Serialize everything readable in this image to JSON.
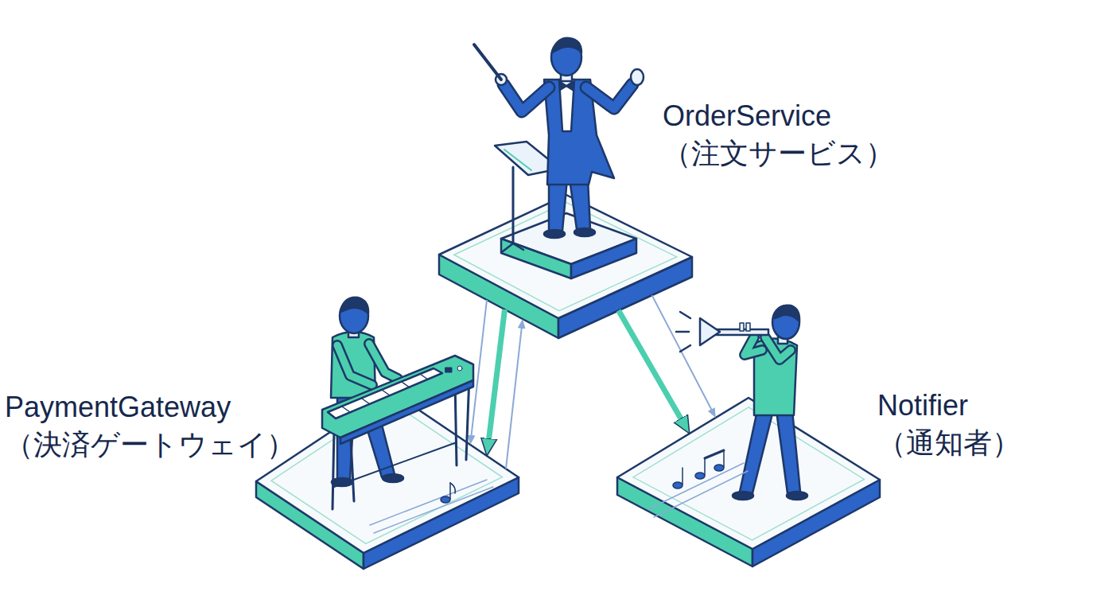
{
  "diagram": {
    "nodes": [
      {
        "text": [
          "OrderService",
          "（注文サービス）"
        ]
      },
      {
        "text": [
          "PaymentGateway",
          "（決済ゲートウェイ）"
        ]
      },
      {
        "text": [
          "Notifier",
          "（通知者）"
        ]
      }
    ],
    "edges": [
      {
        "from": 0,
        "to": 1,
        "arrow": "to"
      },
      {
        "from": 0,
        "to": 1,
        "arrow": "to"
      },
      {
        "from": 1,
        "to": 0,
        "arrow": "to"
      },
      {
        "from": 0,
        "to": 2,
        "arrow": "to"
      },
      {
        "from": 0,
        "to": 2,
        "arrow": "to"
      }
    ]
  }
}
